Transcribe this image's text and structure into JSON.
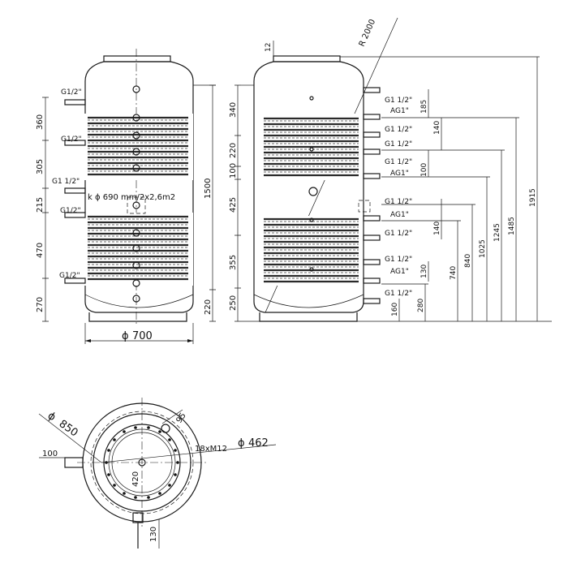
{
  "front": {
    "diameter_symbol": "ϕ",
    "diameter_value": "700",
    "coil_note": "k ϕ 690 mm/2x2,6m2",
    "left_labels": [
      "G1/2\"",
      "G1/2\"",
      "G1 1/2\"",
      "G1/2\"",
      "G1/2\""
    ],
    "left_dims": [
      "360",
      "305",
      "215",
      "470",
      "270"
    ],
    "right_dims": [
      "1500",
      "220"
    ]
  },
  "side": {
    "radius": "R 2000",
    "top_dim": "12",
    "left_dims": [
      "340",
      "220",
      "100",
      "425",
      "355",
      "250"
    ],
    "right_labels": [
      "G1 1/2\"",
      "AG1\"",
      "G1 1/2\"",
      "G1 1/2\"",
      "G1 1/2\"",
      "AG1\"",
      "G1 1/2\"",
      "AG1\"",
      "G1 1/2\"",
      "G1 1/2\"",
      "AG1\"",
      "G1 1/2\""
    ],
    "spacing_dims": [
      "185",
      "140",
      "100",
      "140",
      "130"
    ],
    "height_dims": [
      "160",
      "280",
      "740",
      "840",
      "1025",
      "1245",
      "1485",
      "1915"
    ]
  },
  "top": {
    "outer_diameter": "850",
    "flange_dia": "462",
    "bolts": "18xM12",
    "inner_dim": "420",
    "nozzle_dim": "95",
    "left_dim": "100",
    "bottom_dim": "130"
  }
}
